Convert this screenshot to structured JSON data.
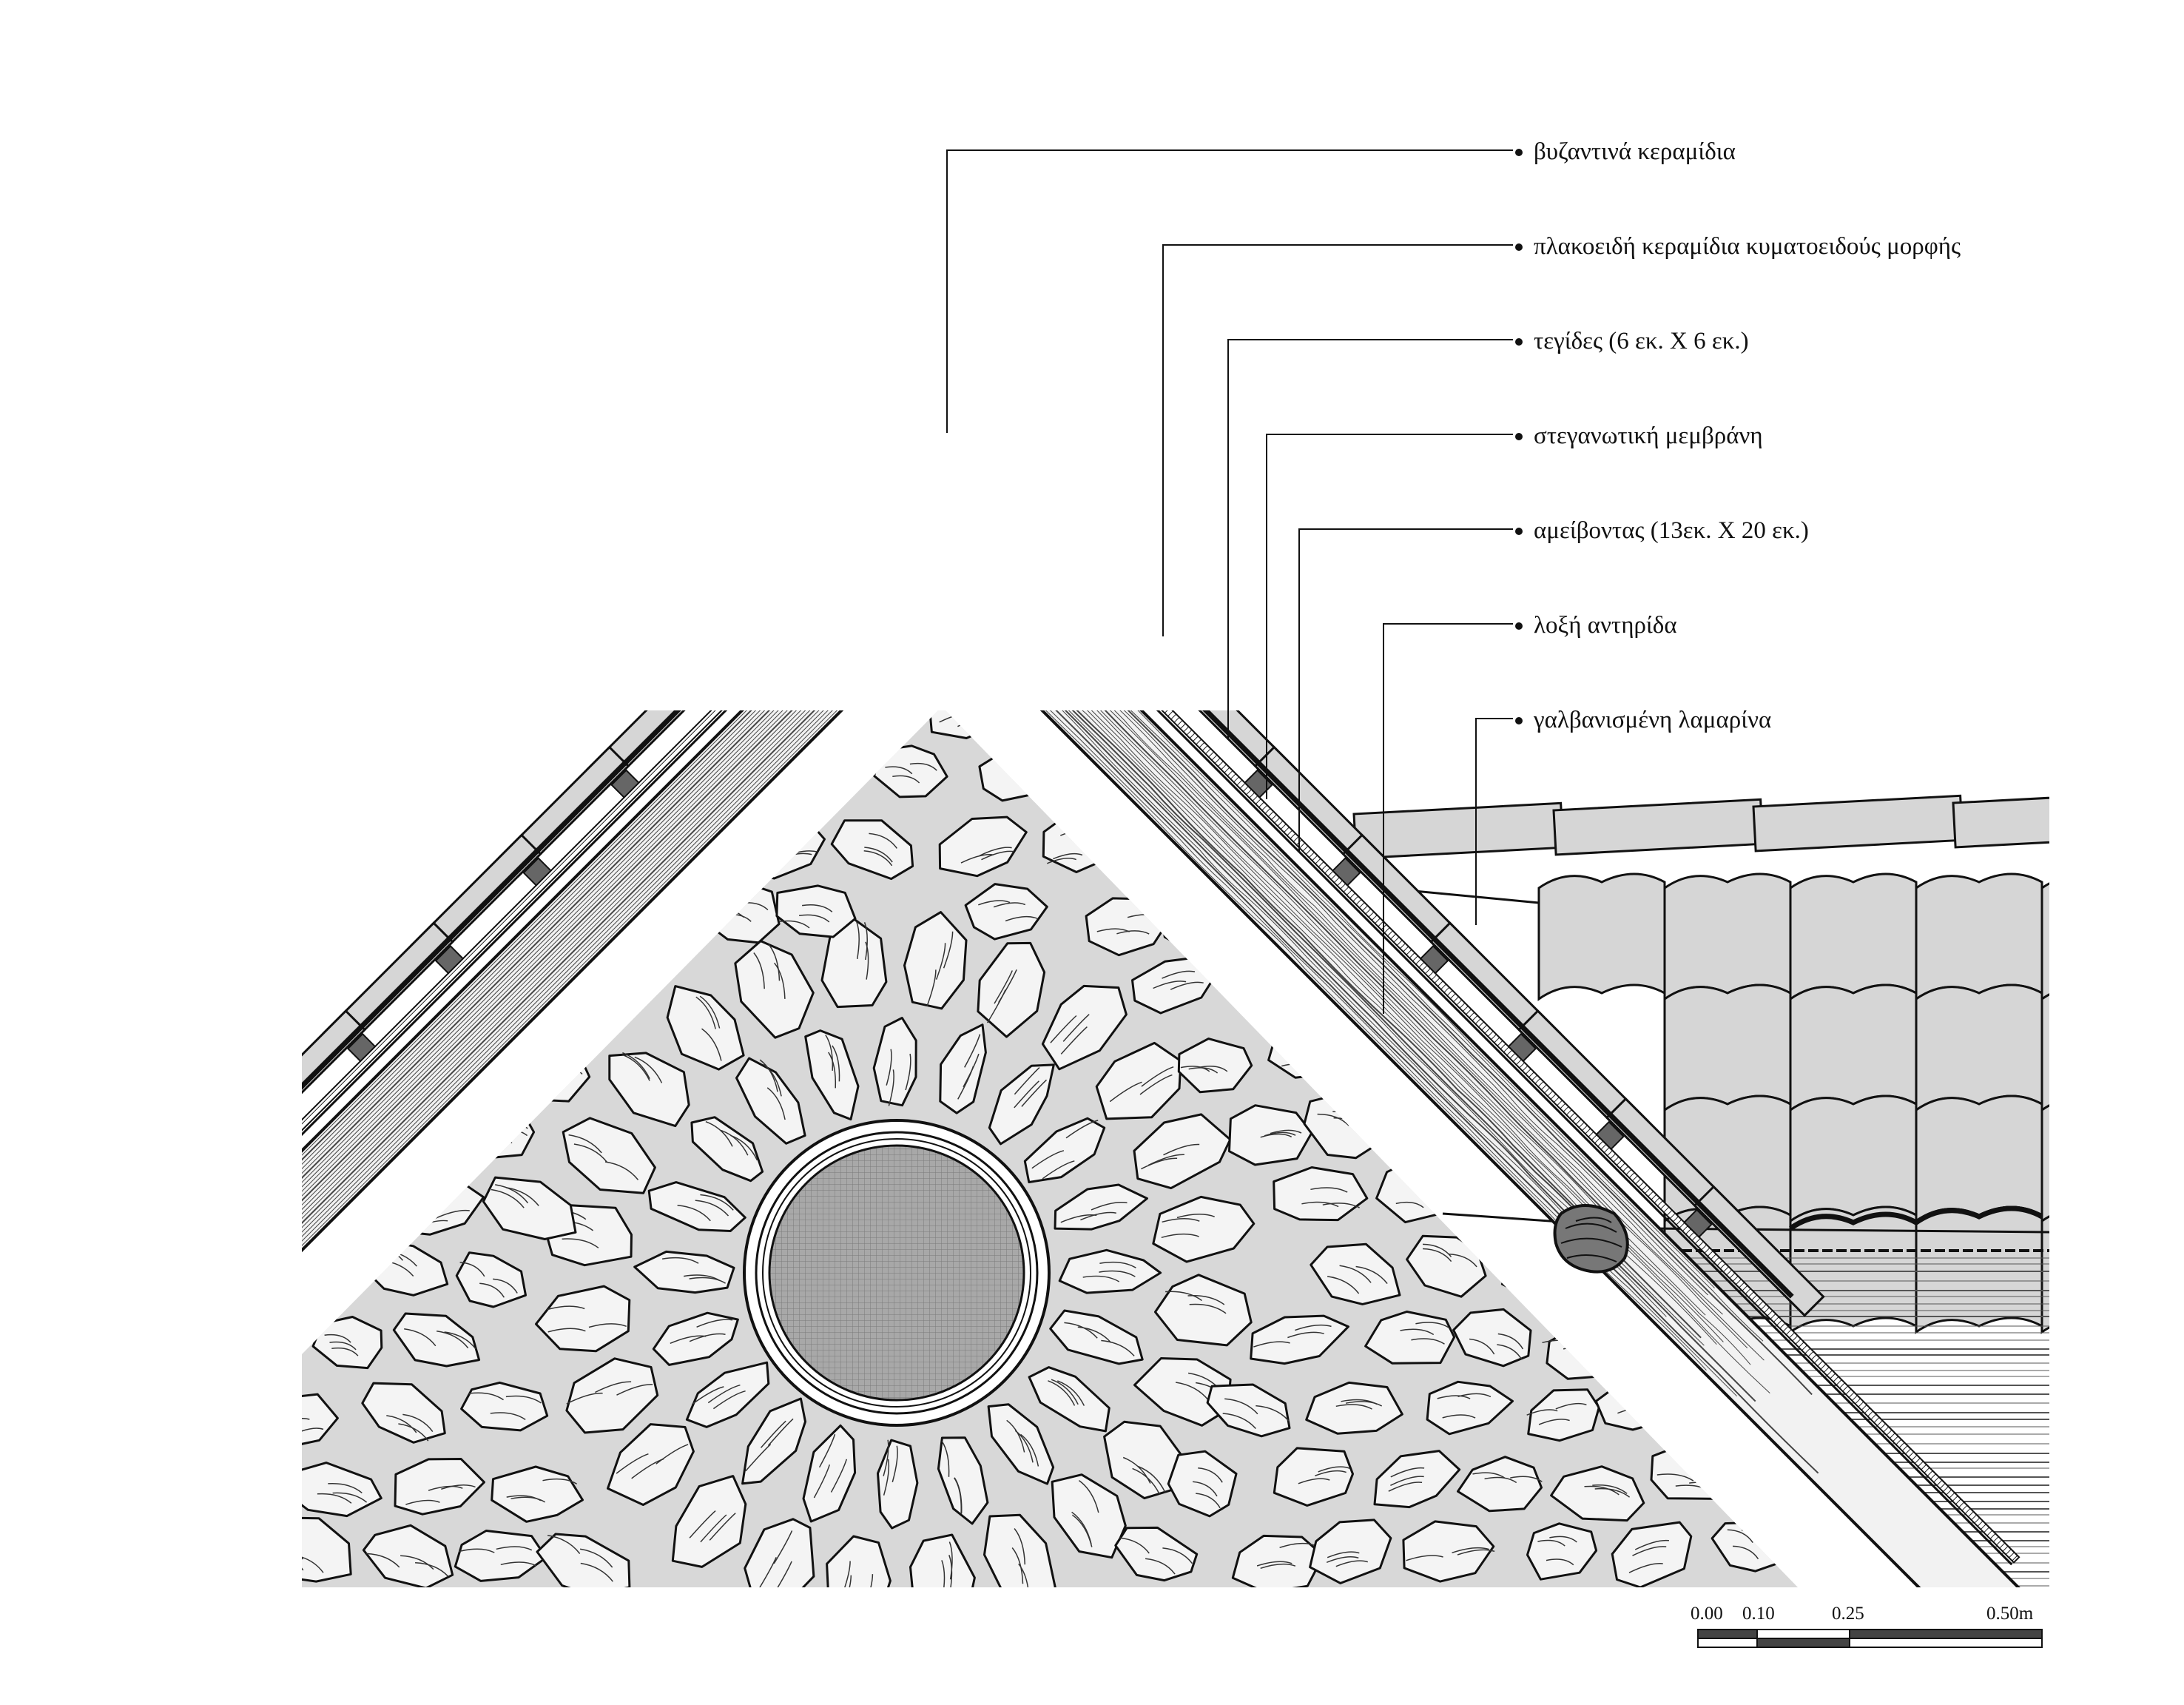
{
  "labels": [
    "βυζαντινά κεραμίδια",
    "πλακοειδή κεραμίδια κυματοειδούς μορφής",
    "τεγίδες (6 εκ. Χ 6 εκ.)",
    "στεγανωτική μεμβράνη",
    "αμείβοντας (13εκ. Χ 20 εκ.)",
    "λοξή αντηρίδα",
    "γαλβανισμένη λαμαρίνα"
  ],
  "scale": {
    "ticks": [
      "0.00",
      "0.10",
      "0.25",
      "0.50m"
    ]
  },
  "colors": {
    "line": "#111111",
    "stone_fill": "#f4f4f4",
    "mortar": "#d8d8d8",
    "tile_fill": "#d6d6d6",
    "timber_fill": "#f2f2f2",
    "window_fill": "#9a9a9a"
  }
}
